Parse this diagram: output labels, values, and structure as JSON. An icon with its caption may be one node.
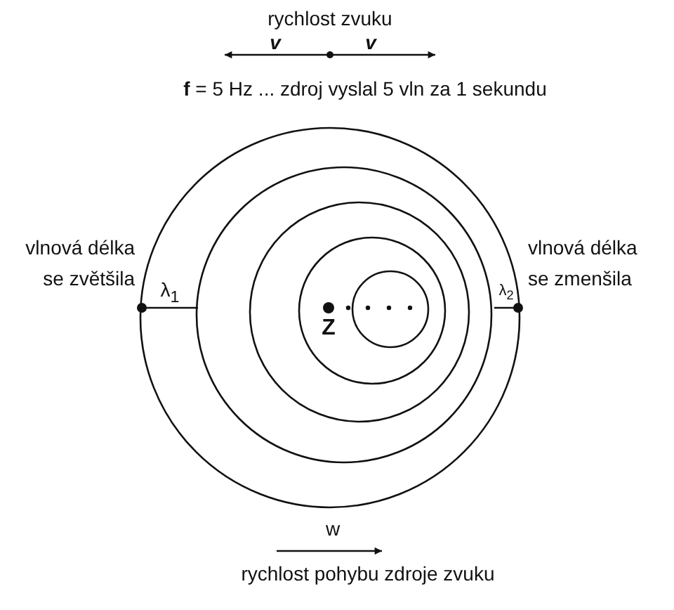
{
  "diagram": {
    "labels": [
      "rychlost zvuku",
      "v",
      "v",
      "**f** = 5 Hz ... zdroj vyslal 5 vln za 1 sekundu",
      "vlnová délka se zvětšila",
      "λ$_{1}$",
      "λ$_{2}$",
      "Z",
      "vlnová délka se zmenšila",
      "w",
      "rychlost pohybu zdroje zvuku"
    ]
  }
}
